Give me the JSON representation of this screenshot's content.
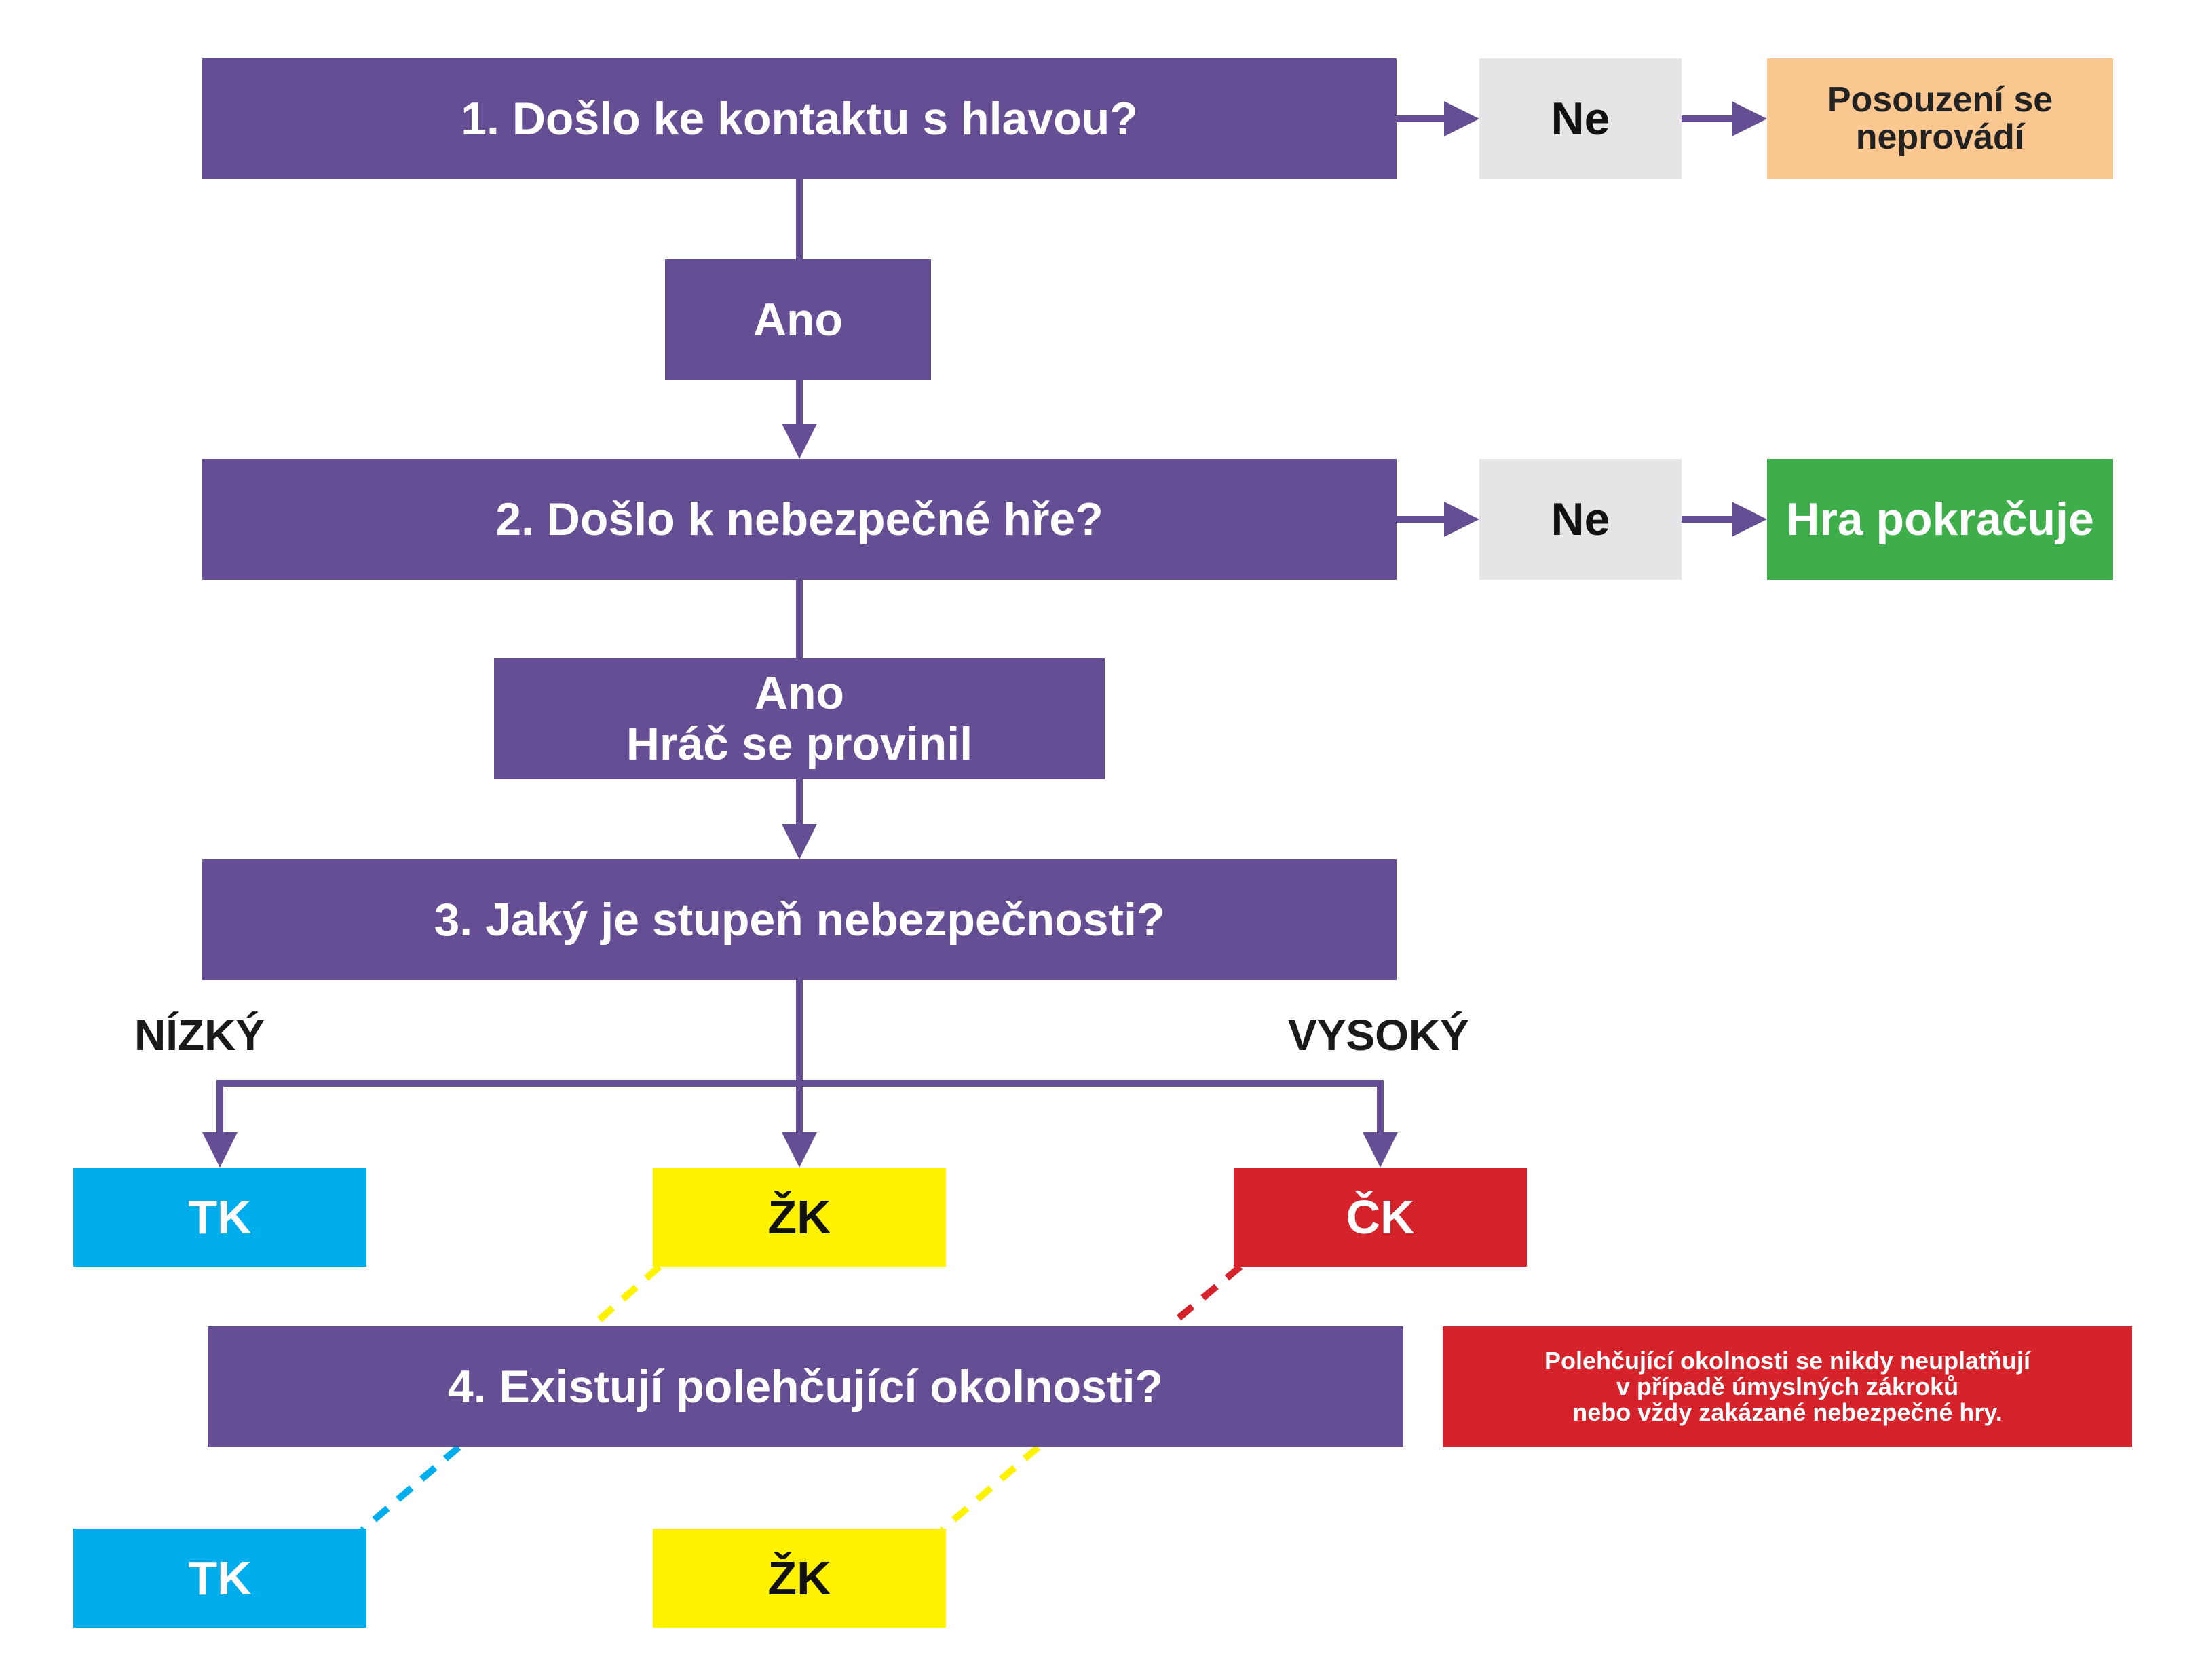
{
  "colors": {
    "purple": "#654e93",
    "grey": "#e5e5e7",
    "peach": "#fbc790",
    "green": "#3dae49",
    "cyan": "#00aeee",
    "yellow": "#fff200",
    "red": "#d6232b"
  },
  "step1": {
    "question": "1. Došlo ke kontaktu s hlavou?",
    "no_label": "Ne",
    "no_result_line1": "Posouzení se",
    "no_result_line2": "neprovádí",
    "yes_label": "Ano"
  },
  "step2": {
    "question": "2. Došlo k nebezpečné hře?",
    "no_label": "Ne",
    "no_result": "Hra pokračuje",
    "yes_line1": "Ano",
    "yes_line2": "Hráč se provinil"
  },
  "step3": {
    "question": "3. Jaký je stupeň nebezpečnosti?",
    "low_label": "NÍZKÝ",
    "high_label": "VYSOKÝ",
    "outcomes": [
      "TK",
      "ŽK",
      "ČK"
    ]
  },
  "step4": {
    "question": "4. Existují polehčující okolnosti?",
    "outcomes": [
      "TK",
      "ŽK"
    ],
    "note_line1": "Polehčující okolnosti se nikdy neuplatňují",
    "note_line2": "v případě úmyslných zákroků",
    "note_line3": "nebo vždy zakázané nebezpečné hry."
  }
}
